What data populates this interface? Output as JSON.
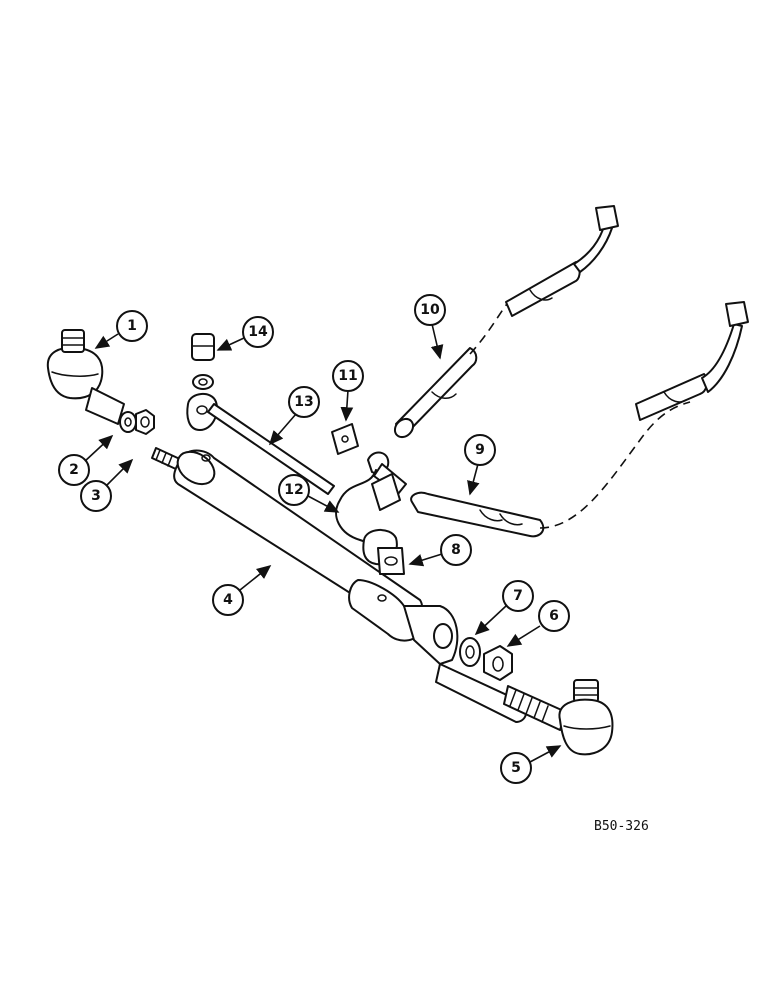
{
  "figure": {
    "reference_code": "B50-326"
  },
  "callouts": [
    {
      "number": "1"
    },
    {
      "number": "2"
    },
    {
      "number": "3"
    },
    {
      "number": "4"
    },
    {
      "number": "5"
    },
    {
      "number": "6"
    },
    {
      "number": "7"
    },
    {
      "number": "8"
    },
    {
      "number": "9"
    },
    {
      "number": "10"
    },
    {
      "number": "11"
    },
    {
      "number": "12"
    },
    {
      "number": "13"
    },
    {
      "number": "14"
    }
  ]
}
